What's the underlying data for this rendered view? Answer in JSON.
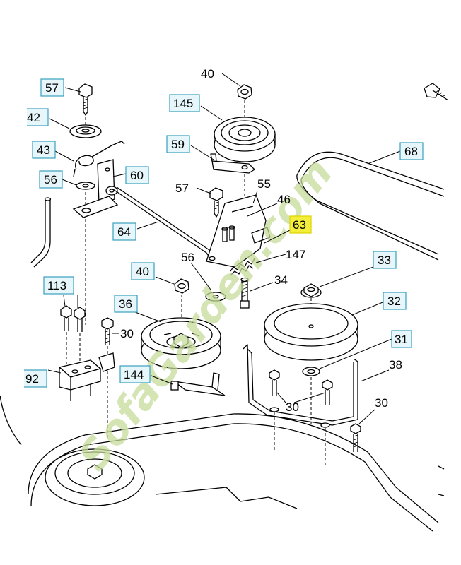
{
  "callouts": [
    {
      "id": "40-top",
      "text": "40",
      "boxed": false
    },
    {
      "id": "57-top",
      "text": "57",
      "boxed": true
    },
    {
      "id": "145",
      "text": "145",
      "boxed": true
    },
    {
      "id": "42",
      "text": "42",
      "boxed": true
    },
    {
      "id": "43",
      "text": "43",
      "boxed": true
    },
    {
      "id": "59",
      "text": "59",
      "boxed": true
    },
    {
      "id": "68",
      "text": "68",
      "boxed": true
    },
    {
      "id": "60",
      "text": "60",
      "boxed": true
    },
    {
      "id": "56-left",
      "text": "56",
      "boxed": true
    },
    {
      "id": "57-mid",
      "text": "57",
      "boxed": false
    },
    {
      "id": "55",
      "text": "55",
      "boxed": false
    },
    {
      "id": "46",
      "text": "46",
      "boxed": false
    },
    {
      "id": "63",
      "text": "63",
      "boxed": true,
      "highlight": true
    },
    {
      "id": "64",
      "text": "64",
      "boxed": true
    },
    {
      "id": "147",
      "text": "147",
      "boxed": false
    },
    {
      "id": "56-mid",
      "text": "56",
      "boxed": false
    },
    {
      "id": "33",
      "text": "33",
      "boxed": true
    },
    {
      "id": "40-mid",
      "text": "40",
      "boxed": true
    },
    {
      "id": "34",
      "text": "34",
      "boxed": false
    },
    {
      "id": "113",
      "text": "113",
      "boxed": true
    },
    {
      "id": "36",
      "text": "36",
      "boxed": true
    },
    {
      "id": "32",
      "text": "32",
      "boxed": true
    },
    {
      "id": "30-a",
      "text": "30",
      "boxed": false
    },
    {
      "id": "31",
      "text": "31",
      "boxed": true
    },
    {
      "id": "38",
      "text": "38",
      "boxed": false
    },
    {
      "id": "92",
      "text": "92",
      "boxed": true
    },
    {
      "id": "144",
      "text": "144",
      "boxed": true
    },
    {
      "id": "30-b",
      "text": "30",
      "boxed": false
    },
    {
      "id": "30-c",
      "text": "30",
      "boxed": false
    }
  ],
  "watermark": {
    "text": "SofaGarden.com",
    "color": "#c6dc9a"
  },
  "highlight_color": "#f3ee3b",
  "label_box_color": "#3a9fbf"
}
